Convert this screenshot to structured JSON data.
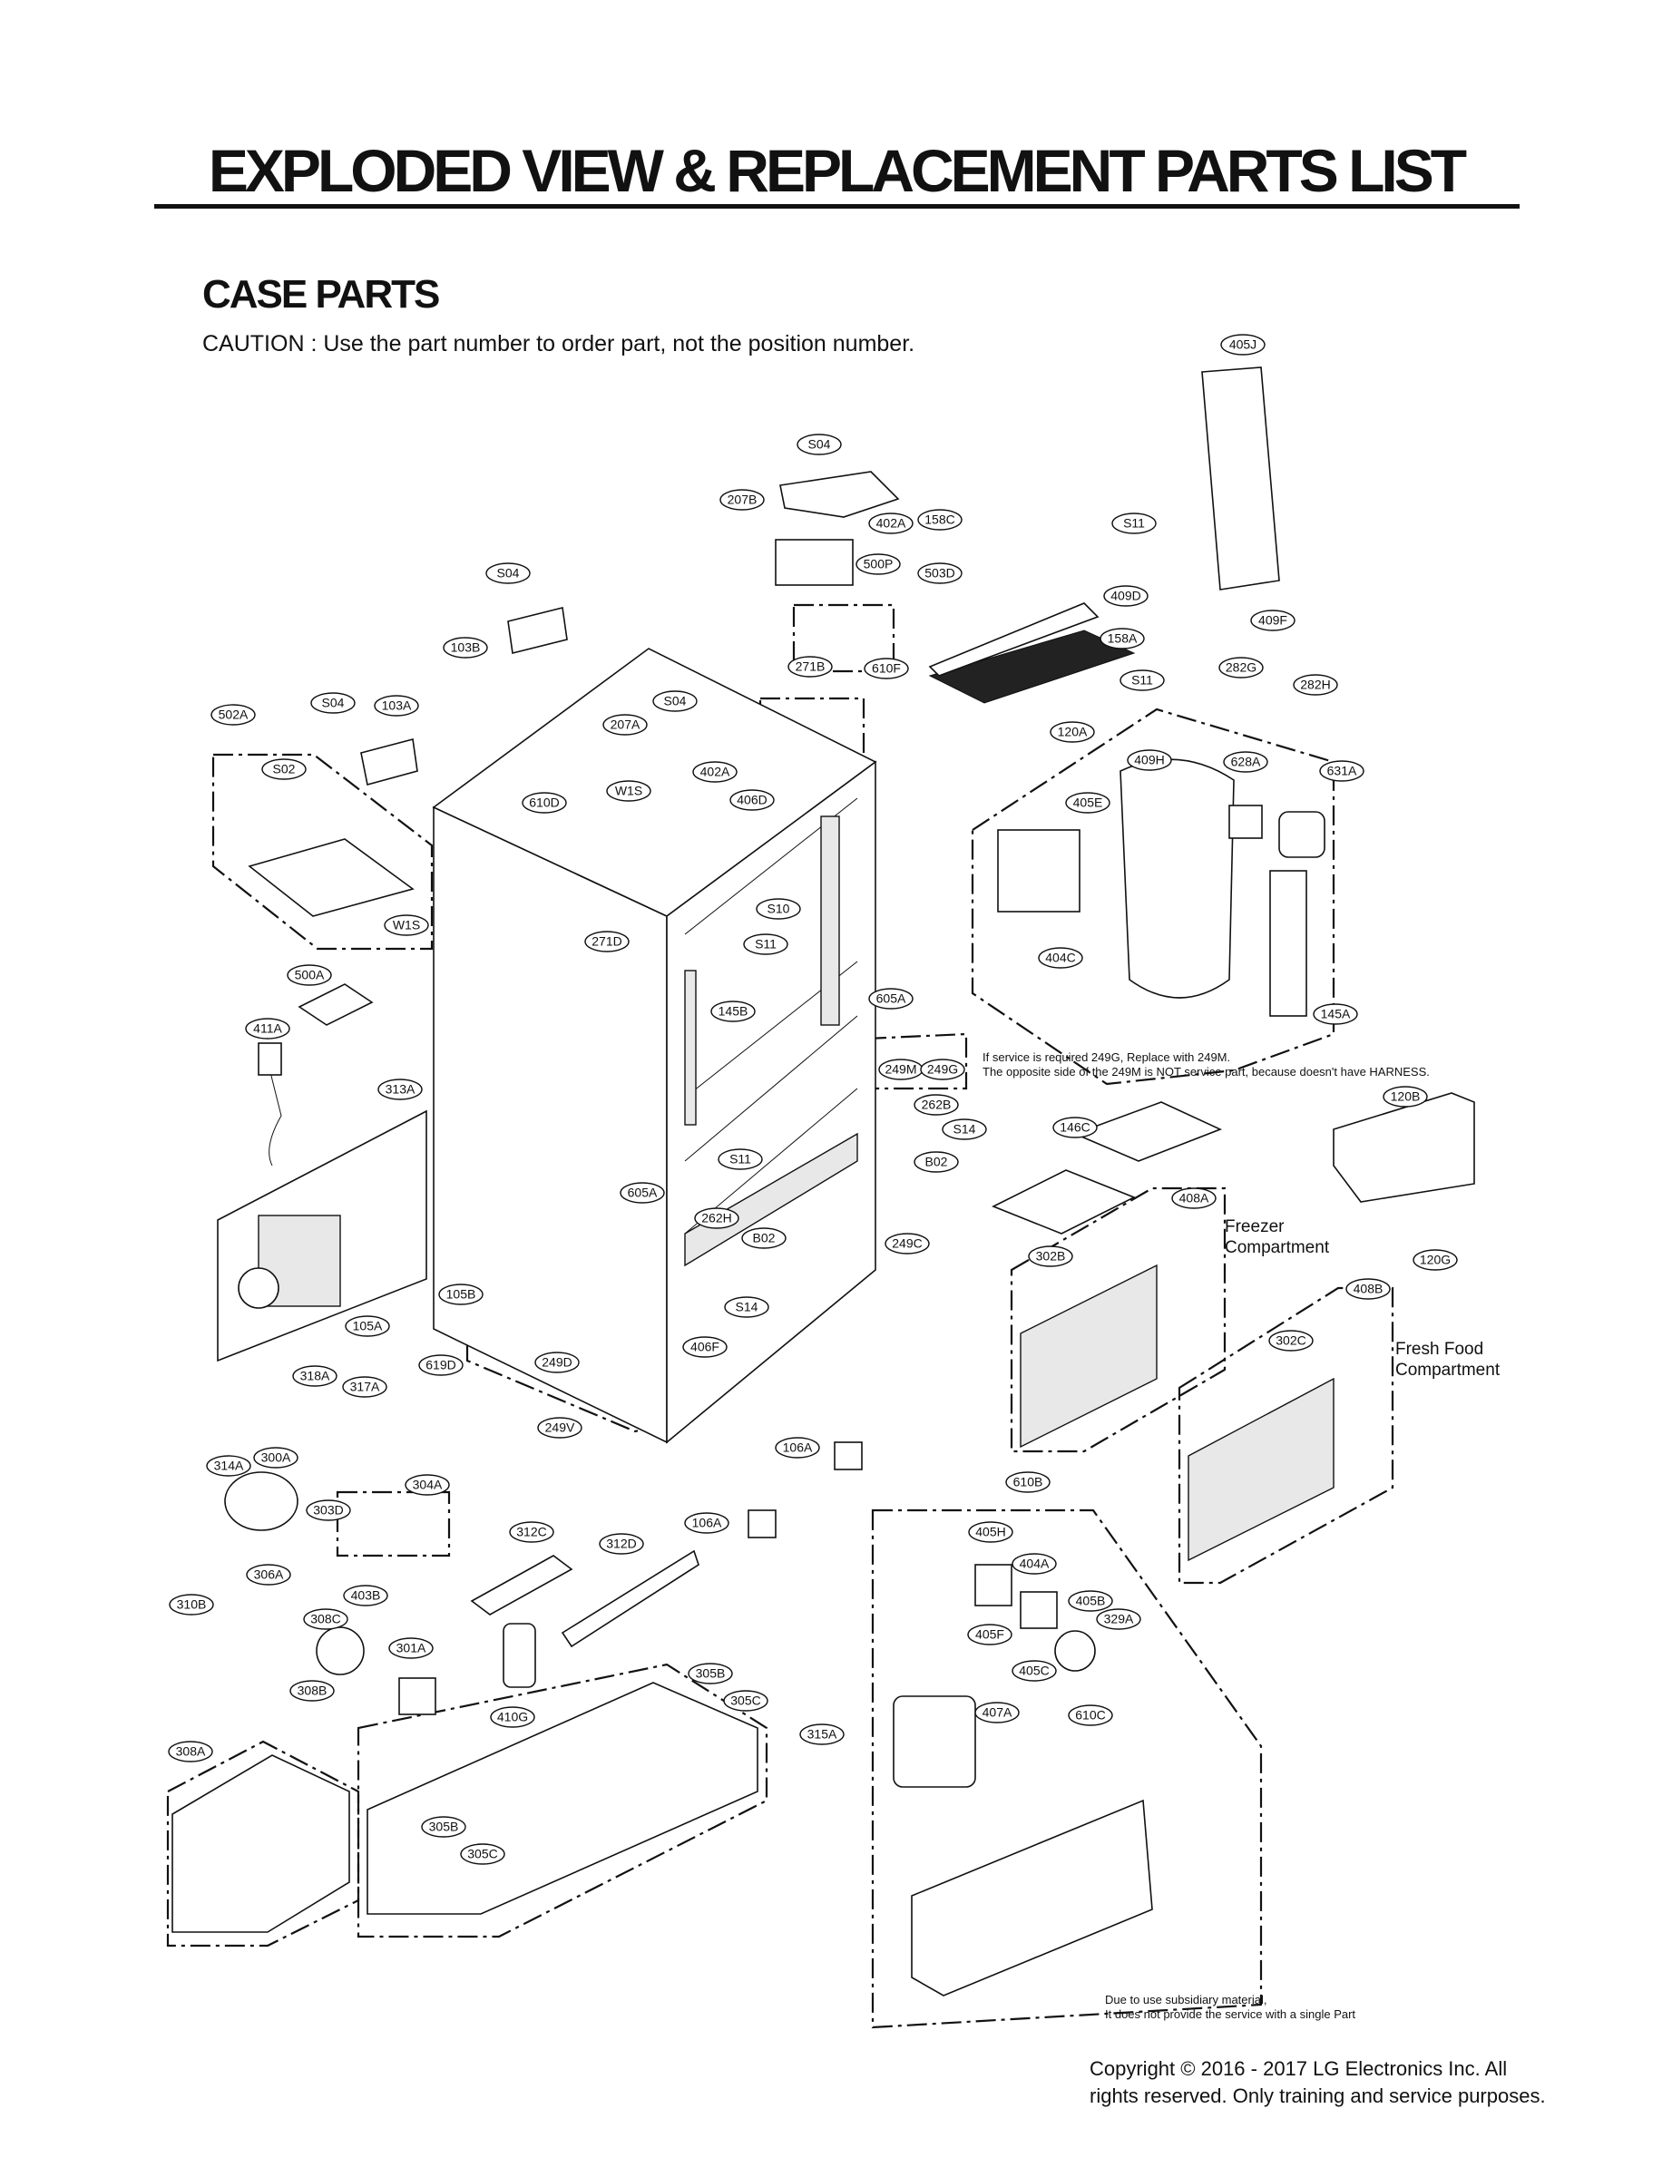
{
  "page": {
    "title": "EXPLODED VIEW & REPLACEMENT PARTS LIST",
    "section": "CASE PARTS",
    "caution": "CAUTION : Use the part number to order part, not the position number."
  },
  "notes": {
    "service_249": "If service is required 249G, Replace with 249M.",
    "harness_249m": "The opposite side of the 249M is NOT service part, because doesn't have HARNESS.",
    "subsidiary_1": "Due to use subsidiary material,",
    "subsidiary_2": "It does not provide the service with a single Part"
  },
  "areas": {
    "freezer_1": "Freezer",
    "freezer_2": "Compartment",
    "fresh_1": "Fresh Food",
    "fresh_2": "Compartment"
  },
  "copyright": {
    "line1": "Copyright © 2016 - 2017 LG Electronics Inc. All",
    "line2": "rights reserved. Only training and service purposes."
  },
  "callouts": [
    "405J",
    "S04",
    "207B",
    "402A",
    "158C",
    "S11",
    "500P",
    "503D",
    "409D",
    "S04",
    "103B",
    "409F",
    "158A",
    "271B",
    "610F",
    "S11",
    "282G",
    "282H",
    "502A",
    "S04",
    "103A",
    "S04",
    "207A",
    "402A",
    "120A",
    "S02",
    "W1S",
    "610D",
    "406D",
    "409H",
    "628A",
    "631A",
    "405E",
    "W1S",
    "S10",
    "271D",
    "S11",
    "404C",
    "500A",
    "605A",
    "145B",
    "145A",
    "411A",
    "249M",
    "249G",
    "313A",
    "262B",
    "120B",
    "S14",
    "146C",
    "S11",
    "B02",
    "605A",
    "408A",
    "262H",
    "B02",
    "249C",
    "302B",
    "120G",
    "408B",
    "105B",
    "S14",
    "105A",
    "302C",
    "249D",
    "406F",
    "318A",
    "317A",
    "619D",
    "249V",
    "106A",
    "300A",
    "314A",
    "304A",
    "610B",
    "303D",
    "106A",
    "312C",
    "312D",
    "405H",
    "404A",
    "306A",
    "403B",
    "405B",
    "310B",
    "308C",
    "329A",
    "405F",
    "405C",
    "301A",
    "305B",
    "308B",
    "305C",
    "407A",
    "610C",
    "410G",
    "315A",
    "308A",
    "305B",
    "305C"
  ]
}
